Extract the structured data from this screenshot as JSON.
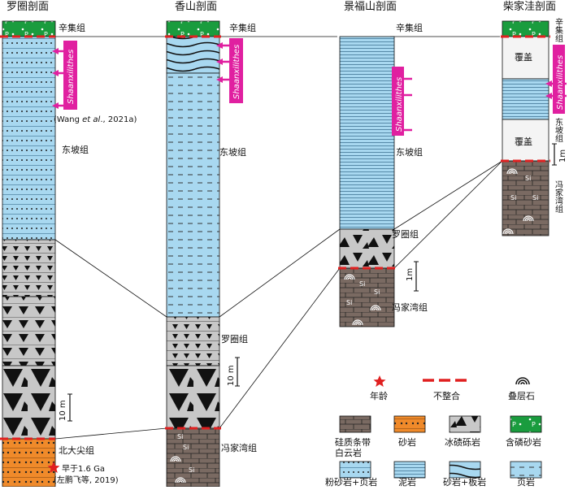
{
  "sections": [
    {
      "title": "罗圈剖面"
    },
    {
      "title": "香山剖面"
    },
    {
      "title": "景福山剖面"
    },
    {
      "title": "柴家洼剖面"
    }
  ],
  "formation_labels": {
    "xinji_1": "辛集组",
    "xinji_2": "辛集组",
    "xinji_3": "辛集组",
    "xinji_4_vertical": "辛集组",
    "dongpo_1": "东坡组",
    "dongpo_2": "东坡组",
    "dongpo_3": "东坡组",
    "dongpo_4_vertical": "东坡组",
    "luoquan_2": "罗圈组",
    "luoquan_3": "罗圈组",
    "fengjiawan_2": "冯家湾组",
    "fengjiawan_3": "冯家湾组",
    "fengjiawan_4_vertical": "冯家湾组",
    "beidajian": "北大尖组",
    "cover_1": "覆盖",
    "cover_2": "覆盖"
  },
  "annotations": {
    "shaanxilithes": "Shaanxilithes",
    "citation_wang_prefix": "(Wang ",
    "citation_wang_etal": "et al",
    "citation_wang_suffix": "., 2021a)",
    "age_note": "早于1.6 Ga",
    "age_citation": "(左鹏飞等, 2019)",
    "si_mark": "Si",
    "p_mark": "P"
  },
  "scales": {
    "scale_1": "10 m",
    "scale_2": "10 m",
    "scale_3": "1m",
    "scale_4": "1m"
  },
  "legend": {
    "age": "年龄",
    "unconformity": "不整合",
    "stromatolite": "叠层石",
    "siliceous_dolomite_line1": "硅质条带",
    "siliceous_dolomite_line2": "白云岩",
    "sandstone": "砂岩",
    "tillite": "冰碛砾岩",
    "phosphatic_sandstone": "含磷砂岩",
    "siltstone_shale": "粉砂岩+页岩",
    "mudstone": "泥岩",
    "sandstone_slate": "砂岩+板岩",
    "shale": "页岩"
  },
  "colors": {
    "green": "#1a9c3e",
    "blue": "#a8d8f0",
    "gray": "#c8c8c8",
    "brown": "#7a6a62",
    "orange": "#f08a2a",
    "red": "#e02020",
    "magenta": "#e020a0"
  }
}
